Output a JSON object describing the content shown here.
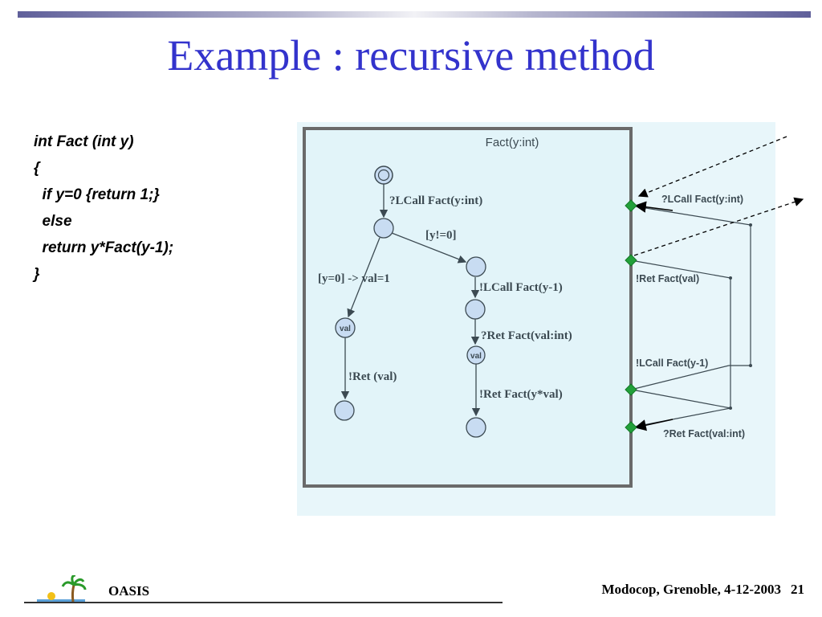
{
  "slide": {
    "title": "Example : recursive method",
    "code_lines": [
      "int Fact (int y)",
      "{",
      "  if y=0 {return 1;}",
      "  else",
      "  return y*Fact(y-1);",
      "}"
    ]
  },
  "diagram": {
    "box_title": "Fact(y:int)",
    "edges": {
      "lcall_in": "?LCall Fact(y:int)",
      "y_not_zero": "[y!=0]",
      "y_zero": "[y=0] -> val=1",
      "lcall_rec": "!LCall Fact(y-1)",
      "ret_in": "?Ret Fact(val:int)",
      "ret_val": "!Ret (val)",
      "ret_mul": "!Ret Fact(y*val)"
    },
    "state_labels": {
      "val_left": "val",
      "val_right": "val"
    },
    "port_labels": {
      "p1": "?LCall Fact(y:int)",
      "p2": "!Ret Fact(val)",
      "p3": "!LCall Fact(y-1)",
      "p4": "?Ret Fact(val:int)"
    },
    "colors": {
      "panel_bg": "#e8f6fa",
      "state_fill": "#c8dcf2",
      "port_green": "#22a03a",
      "box_border": "#6a6a6a"
    }
  },
  "footer": {
    "left": "OASIS",
    "right": "Modocop, Grenoble, 4-12-2003",
    "page": "21"
  }
}
